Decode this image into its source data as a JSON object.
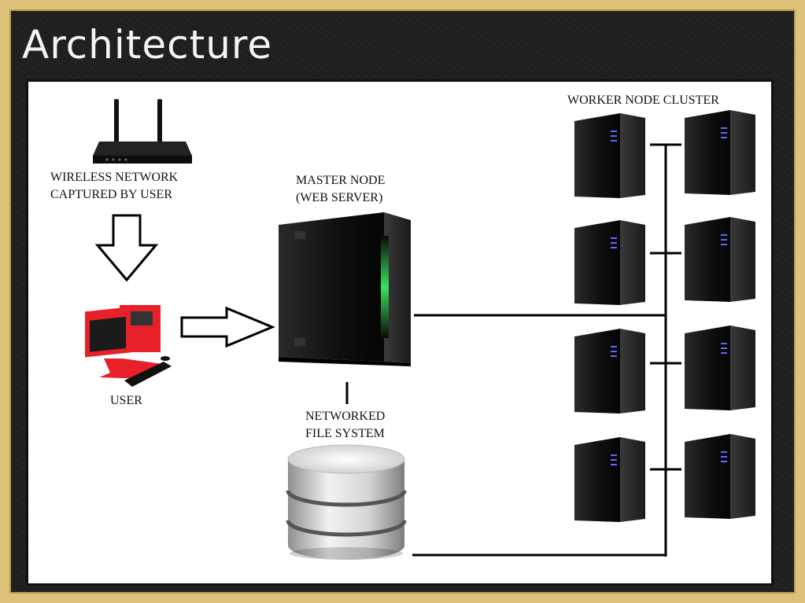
{
  "slide": {
    "title": "Architecture"
  },
  "labels": {
    "wireless_line1": "WIRELESS NETWORK",
    "wireless_line2": "CAPTURED BY USER",
    "user": "USER",
    "master_line1": "MASTER NODE",
    "master_line2": "(WEB SERVER)",
    "nfs_line1": "NETWORKED",
    "nfs_line2": "FILE SYSTEM",
    "cluster": "WORKER NODE CLUSTER"
  },
  "icons": {
    "router": "wireless-router-icon",
    "computer": "desktop-computer-icon",
    "master": "server-tower-icon",
    "storage": "database-icon",
    "worker": "server-tower-icon"
  },
  "colors": {
    "frame": "#dfc279",
    "chalkboard": "#1f1f1f",
    "computer_accent": "#e8202a",
    "led": "#39e35a"
  }
}
